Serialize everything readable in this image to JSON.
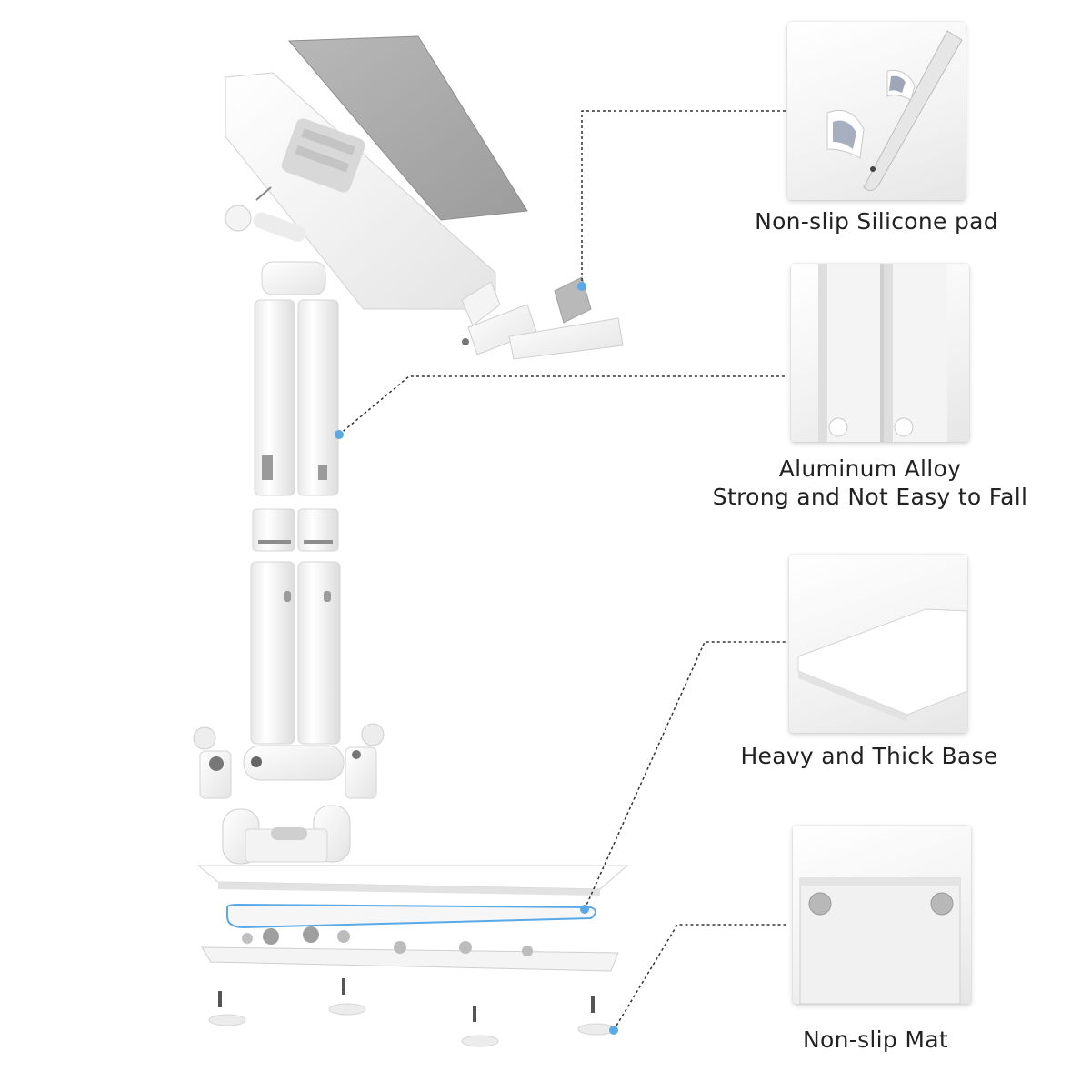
{
  "features": [
    {
      "id": "silicone-pad",
      "label": "Non-slip Silicone pad"
    },
    {
      "id": "aluminum-alloy",
      "lines": [
        "Aluminum Alloy",
        "Strong and Not Easy to Fall"
      ]
    },
    {
      "id": "thick-base",
      "label": "Heavy and Thick Base"
    },
    {
      "id": "non-slip-mat",
      "label": "Non-slip Mat"
    }
  ],
  "colors": {
    "callout_dot": "#5aa9e6",
    "leader_line": "#333333",
    "pad_gray": "#a9a9a9",
    "part_white": "#ffffff",
    "part_shadow": "#d9d9d9"
  }
}
